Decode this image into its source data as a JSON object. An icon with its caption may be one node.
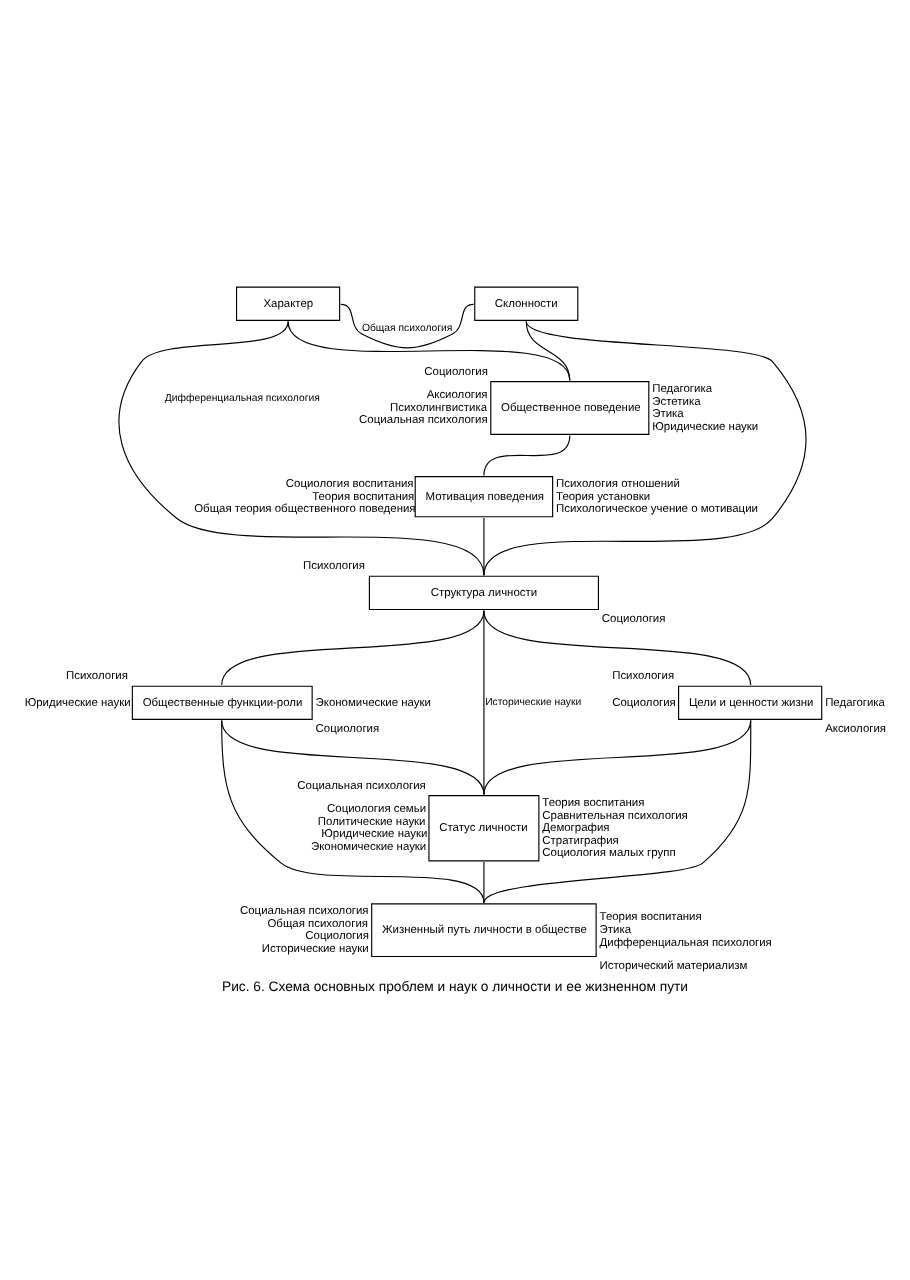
{
  "diagram": {
    "caption": "Рис. 6. Схема основных проблем и наук о личности и ее жизненном пути",
    "nodes": [
      {
        "text": [
          "Характер"
        ]
      },
      {
        "text": [
          "Склонности"
        ]
      },
      {
        "text": [
          "Общественное поведение"
        ],
        "beside": [
          "Социология",
          "Аксиология",
          "Психолингвистика",
          "Социальная психология",
          "Педагогика",
          "Эстетика",
          "Этика",
          "Юридические науки"
        ]
      },
      {
        "text": [
          "Мотивация поведения"
        ],
        "beside": [
          "Социология воспитания",
          "Теория воспитания",
          "Общая теория общественного поведения",
          "Психология отношений",
          "Теория установки",
          "Психологическое учение о мотивации"
        ]
      },
      {
        "text": [
          "Структура личности"
        ],
        "beside": [
          "Психология",
          "Социология"
        ]
      },
      {
        "text": [
          "Общественные функции-роли"
        ],
        "beside": [
          "Психология",
          "Юридические науки",
          "Экономические науки",
          "Социология"
        ]
      },
      {
        "text": [
          "Цели и ценности жизни"
        ],
        "beside": [
          "Психология",
          "Социология",
          "Педагогика",
          "Аксиология"
        ]
      },
      {
        "text": [
          "Статус личности"
        ],
        "beside": [
          "Социальная психология",
          "Социология семьи",
          "Политические науки",
          "Юридические науки",
          "Экономические науки",
          "Теория воспитания",
          "Сравнительная психология",
          "Демография",
          "Стратиграфия",
          "Социология малых групп"
        ]
      },
      {
        "text": [
          "Жизненный путь личности в обществе"
        ],
        "beside": [
          "Социальная психология",
          "Общая психология",
          "Социология",
          "Исторические науки",
          "Теория воспитания",
          "Этика",
          "Дифференциальная психология",
          "Исторический материализм"
        ]
      }
    ],
    "edges": [
      {
        "from": 0,
        "to": 1,
        "arrow": "none",
        "label": "Общая психология"
      },
      {
        "from": 0,
        "to": 2,
        "arrow": "none"
      },
      {
        "from": 1,
        "to": 2,
        "arrow": "none"
      },
      {
        "from": 0,
        "to": 4,
        "arrow": "none"
      },
      {
        "from": 1,
        "to": 4,
        "arrow": "none"
      },
      {
        "from": 2,
        "to": 3,
        "arrow": "none"
      },
      {
        "from": 3,
        "to": 4,
        "arrow": "none"
      },
      {
        "from": 4,
        "to": 5,
        "arrow": "none"
      },
      {
        "from": 4,
        "to": 7,
        "arrow": "none",
        "label": "Исторические науки"
      },
      {
        "from": 4,
        "to": 6,
        "arrow": "none"
      },
      {
        "from": 5,
        "to": 7,
        "arrow": "none"
      },
      {
        "from": 5,
        "to": 8,
        "arrow": "none"
      },
      {
        "from": 6,
        "to": 7,
        "arrow": "none"
      },
      {
        "from": 6,
        "to": 8,
        "arrow": "none"
      },
      {
        "from": 7,
        "to": 8,
        "arrow": "none"
      }
    ],
    "labels": [
      "Дифференциальная психология"
    ]
  }
}
